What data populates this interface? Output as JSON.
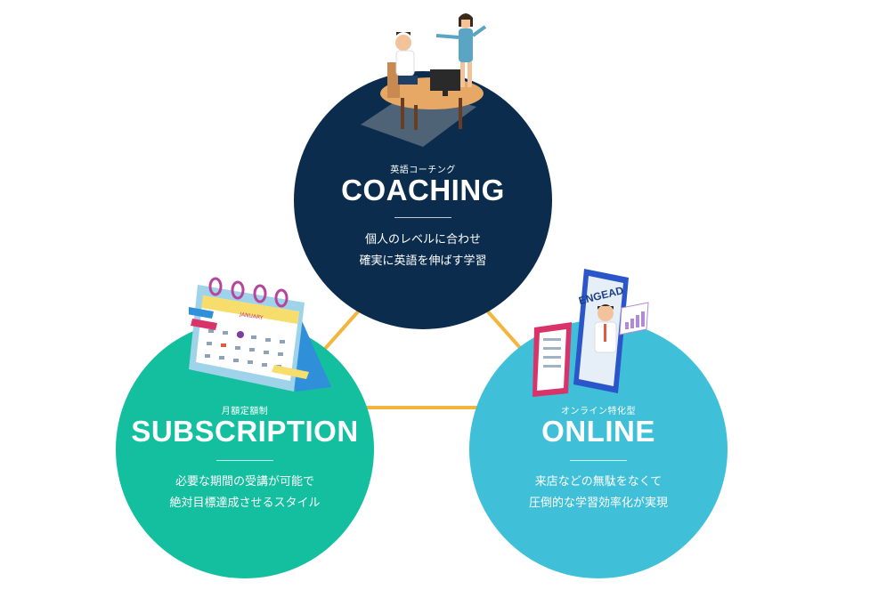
{
  "colors": {
    "coaching": "#0b2c4d",
    "subscription": "#13bf9e",
    "online": "#3fc0d8",
    "connector": "#f3b53b"
  },
  "coaching": {
    "subtitle": "英語コーチング",
    "title": "COACHING",
    "desc_line1": "個人のレベルに合わせ",
    "desc_line2": "確実に英語を伸ばす学習",
    "illustration": "coaching-desk-illustration"
  },
  "subscription": {
    "subtitle": "月額定額制",
    "title": "SUBSCRIPTION",
    "desc_line1": "必要な期間の受講が可能で",
    "desc_line2": "絶対目標達成させるスタイル",
    "illustration": "calendar-illustration",
    "calendar_month": "JANUARY"
  },
  "online": {
    "subtitle": "オンライン特化型",
    "title": "ONLINE",
    "desc_line1": "来店などの無駄をなくて",
    "desc_line2": "圧倒的な学習効率化が実現",
    "illustration": "phone-lesson-illustration",
    "phone_brand": "ENGEAD"
  }
}
